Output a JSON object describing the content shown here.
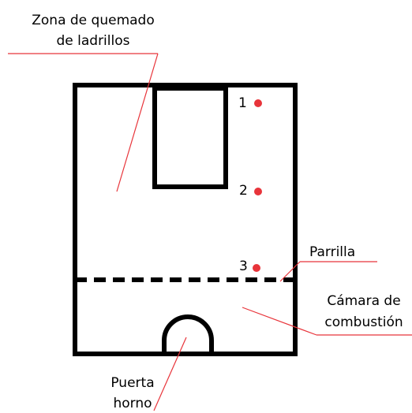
{
  "labels": {
    "zona_line1": "Zona de quemado",
    "zona_line2": "de ladrillos",
    "parrilla": "Parrilla",
    "camara_line1": "Cámara de",
    "camara_line2": "combustión",
    "puerta_line1": "Puerta",
    "puerta_line2": "horno"
  },
  "points": [
    {
      "label": "1"
    },
    {
      "label": "2"
    },
    {
      "label": "3"
    }
  ],
  "colors": {
    "outline": "#000000",
    "leader": "#e8343a",
    "marker": "#e8343a"
  }
}
